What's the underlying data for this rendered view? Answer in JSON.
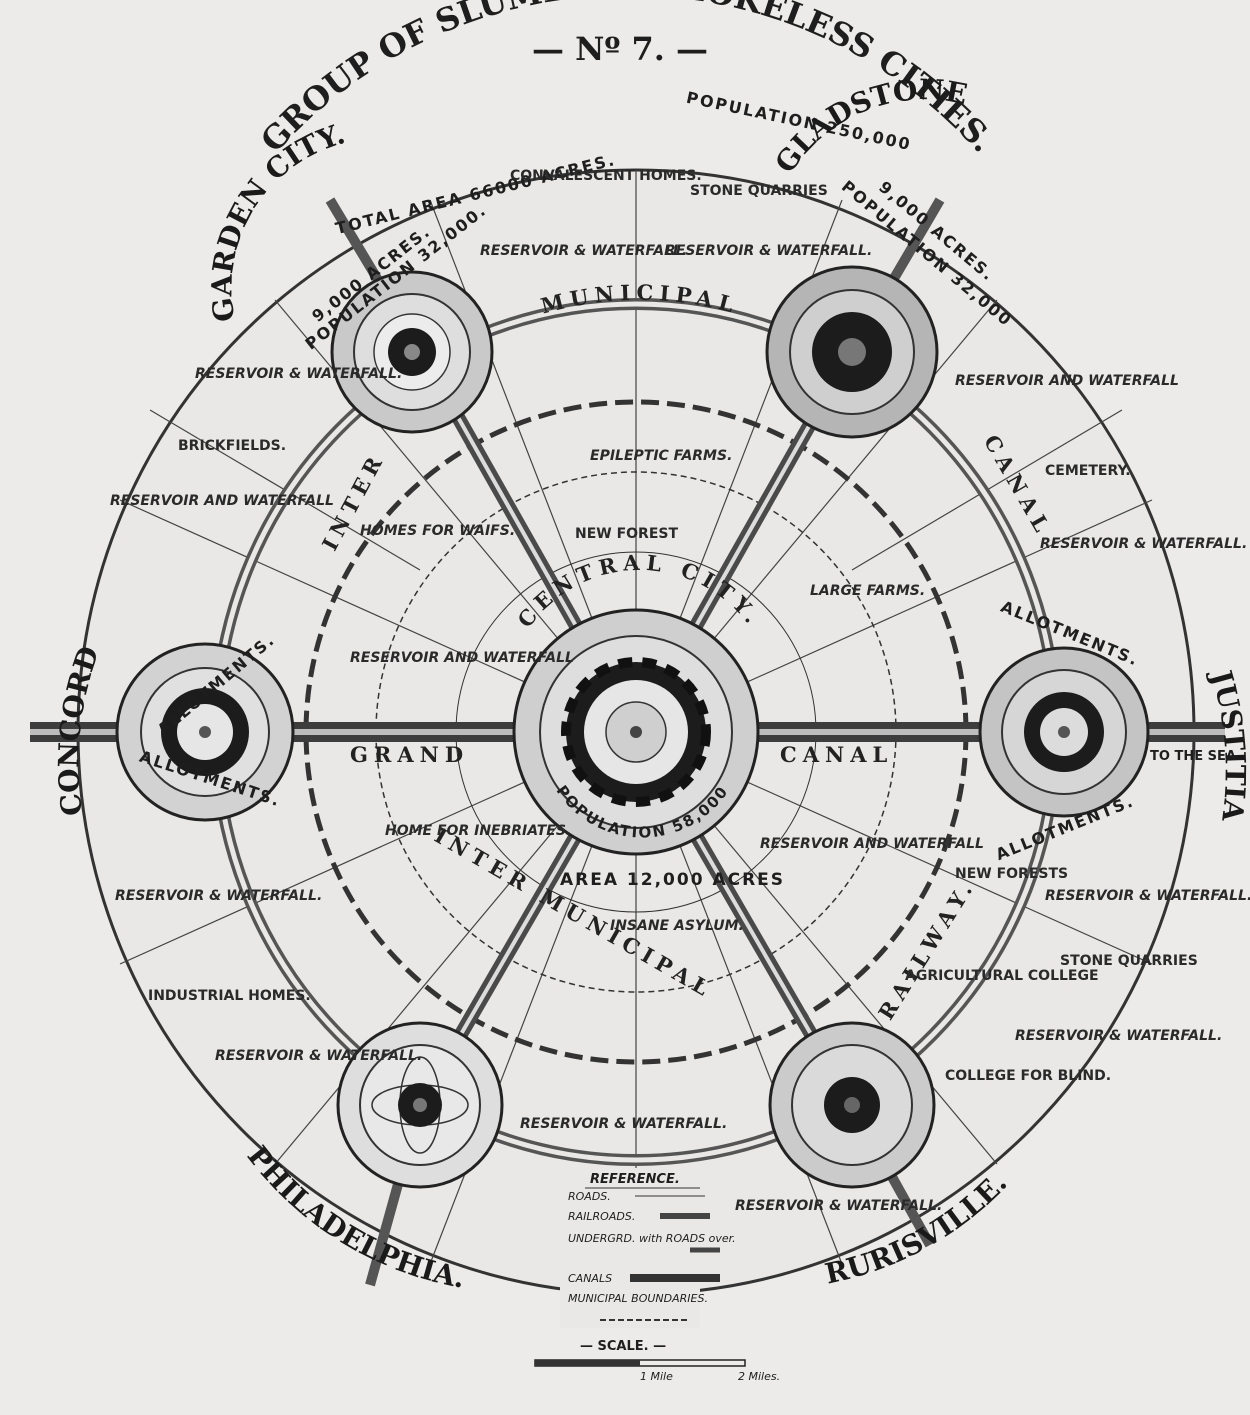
{
  "header": {
    "plate": "— Nº 7. —",
    "title": "GROUP OF SLUMLESS SMOKELESS CITIES.",
    "total_area": "TOTAL AREA 66000 ACRES.",
    "population": "POPULATION 250,000"
  },
  "cities": {
    "garden_city": {
      "name": "GARDEN CITY.",
      "acres": "9,000 ACRES.",
      "population": "POPULATION 32,000."
    },
    "gladstone": {
      "name": "GLADSTONE",
      "acres": "9,000 ACRES.",
      "population": "POPULATION 32,000"
    },
    "concord": {
      "name": "CONCORD"
    },
    "justitia": {
      "name": "JUSTITIA"
    },
    "philadelphia": {
      "name": "PHILADELPHIA."
    },
    "rurisville": {
      "name": "RURISVILLE."
    },
    "central": {
      "name": "CENTRAL CITY.",
      "population": "POPULATION 58,000",
      "area": "AREA 12,000 ACRES"
    }
  },
  "features": {
    "convalescent": "CONVALESCENT HOMES.",
    "stone_quarries_top": "STONE QUARRIES",
    "stone_quarries_right": "STONE QUARRIES",
    "brickfields": "BRICKFIELDS.",
    "cemetery": "CEMETERY.",
    "epileptic": "EPILEPTIC FARMS.",
    "new_forest": "NEW FOREST",
    "large_farms": "LARGE FARMS.",
    "homes_waifs": "HOMES FOR WAIFS.",
    "home_inebriates": "HOME FOR INEBRIATES.",
    "insane_asylum": "INSANE ASYLUM.",
    "new_forests": "NEW FORESTS",
    "agri_college": "AGRICULTURAL COLLEGE",
    "college_blind": "COLLEGE FOR BLIND.",
    "industrial_homes": "INDUSTRIAL HOMES.",
    "to_the_sea": "TO THE SEA",
    "reservoir": "RESERVOIR & WATERFALL.",
    "reservoir_and": "RESERVOIR AND WATERFALL",
    "allotments": "ALLOTMENTS."
  },
  "ring_labels": {
    "municipal": "MUNICIPAL",
    "inter": "INTER",
    "canal": "CANAL",
    "grand": "GRAND",
    "canal2": "CANAL",
    "railway": "RAILWAY.",
    "inter_municipal": "INTER MUNICIPAL"
  },
  "legend": {
    "title": "REFERENCE.",
    "items": [
      "ROADS.",
      "RAILROADS.",
      "UNDERGRD. with ROADS over.",
      "CANALS",
      "MUNICIPAL BOUNDARIES."
    ],
    "scale_title": "— SCALE. —",
    "scale_1": "1 Mile",
    "scale_2": "2 Miles."
  }
}
